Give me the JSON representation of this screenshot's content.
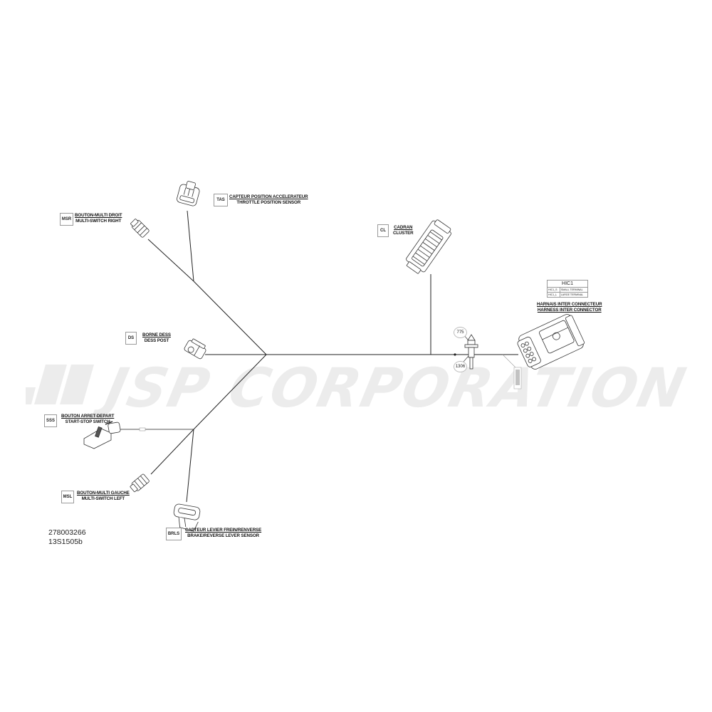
{
  "watermark": {
    "text": "JSP CORPORATION",
    "color": "#ececec"
  },
  "document": {
    "part_number": "278003266",
    "drawing_id": "13S1505b"
  },
  "connectors": [
    {
      "id": "tas",
      "code": "TAS",
      "label_fr": "CAPTEUR POSITION ACCELERATEUR",
      "label_en": "THROTTLE POSITION SENSOR"
    },
    {
      "id": "msr",
      "code": "MSR",
      "label_fr": "BOUTON-MULTI DROIT",
      "label_en": "MULTI-SWITCH RIGHT"
    },
    {
      "id": "cl",
      "code": "CL",
      "label_fr": "CADRAN",
      "label_en": "CLUSTER"
    },
    {
      "id": "ds",
      "code": "DS",
      "label_fr": "BORNE DESS",
      "label_en": "DESS POST"
    },
    {
      "id": "sss",
      "code": "SSS",
      "label_fr": "BOUTON ARRET-DEPART",
      "label_en": "START-STOP SWITCH"
    },
    {
      "id": "msl",
      "code": "MSL",
      "label_fr": "BOUTON-MULTI GAUCHE",
      "label_en": "MULTI-SWITCH LEFT"
    },
    {
      "id": "brls",
      "code": "BRLS",
      "label_fr": "CAPTEUR LEVIER FREIN/RENVERSE",
      "label_en": "BRAKE/REVERSE LEVER SENSOR"
    },
    {
      "id": "hic",
      "code": "HIC1",
      "label_fr": "HARNAIS INTER CONNECTEUR",
      "label_en": "HARNESS INTER CONNECTOR"
    }
  ],
  "hic_table": {
    "title": "HIC1",
    "rows": [
      {
        "pin": "HIC1_S",
        "desc": "SMALL TERMINAL"
      },
      {
        "pin": "HIC1_L",
        "desc": "LARGE TERMINAL"
      }
    ]
  },
  "callouts": [
    {
      "id": "fuse-top",
      "value": "775"
    },
    {
      "id": "fuse-bottom",
      "value": "1306"
    }
  ]
}
